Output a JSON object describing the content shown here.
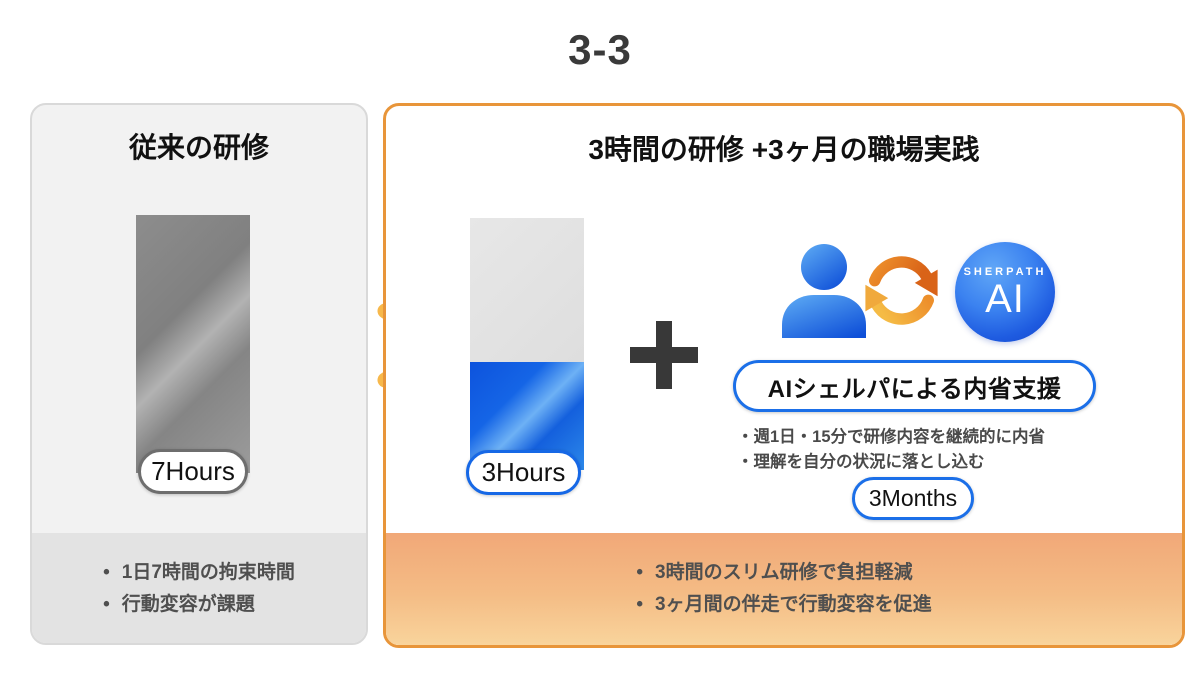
{
  "page": {
    "title": "3-3"
  },
  "left_panel": {
    "title": "従来の研修",
    "bar_label": "7Hours",
    "bullets": [
      "1日7時間の拘束時間",
      "行動変容が課題"
    ]
  },
  "right_panel": {
    "title": "3時間の研修 +3ヶ月の職場実践",
    "bar_label": "3Hours",
    "ai_badge": {
      "brand": "SHERPATH",
      "product": "AI"
    },
    "support_pill_label": "AIシェルパによる内省支援",
    "support_bullets": [
      "週1日・15分で研修内容を継続的に内省",
      "理解を自分の状況に落とし込む"
    ],
    "duration_label": "3Months",
    "bottom_bullets": [
      "3時間のスリム研修で負担軽減",
      "3ヶ月間の伴走で行動変容を促進"
    ]
  },
  "icons": {
    "arrow": "arrow-right-icon",
    "plus": "plus-icon",
    "person": "person-icon",
    "cycle": "cycle-arrows-icon",
    "ai_logo": "sherpath-ai-logo"
  },
  "colors": {
    "panel_gray_bg": "#f2f2f2",
    "panel_gray_border": "#d9d9d9",
    "gray_band_bg": "#e3e3e3",
    "orange_border": "#e8953a",
    "blue_accent": "#1b6fe8",
    "gray_bar": "#8a8a8a",
    "blue_bar": "#1565e6",
    "arrow_orange_light": "#f7b84b",
    "arrow_orange_dark": "#e2711d",
    "band_orange_top": "#f1a878",
    "band_orange_bottom": "#f9d49c",
    "text_dark": "#3a3a3a",
    "text_muted": "#4f4f4f"
  }
}
